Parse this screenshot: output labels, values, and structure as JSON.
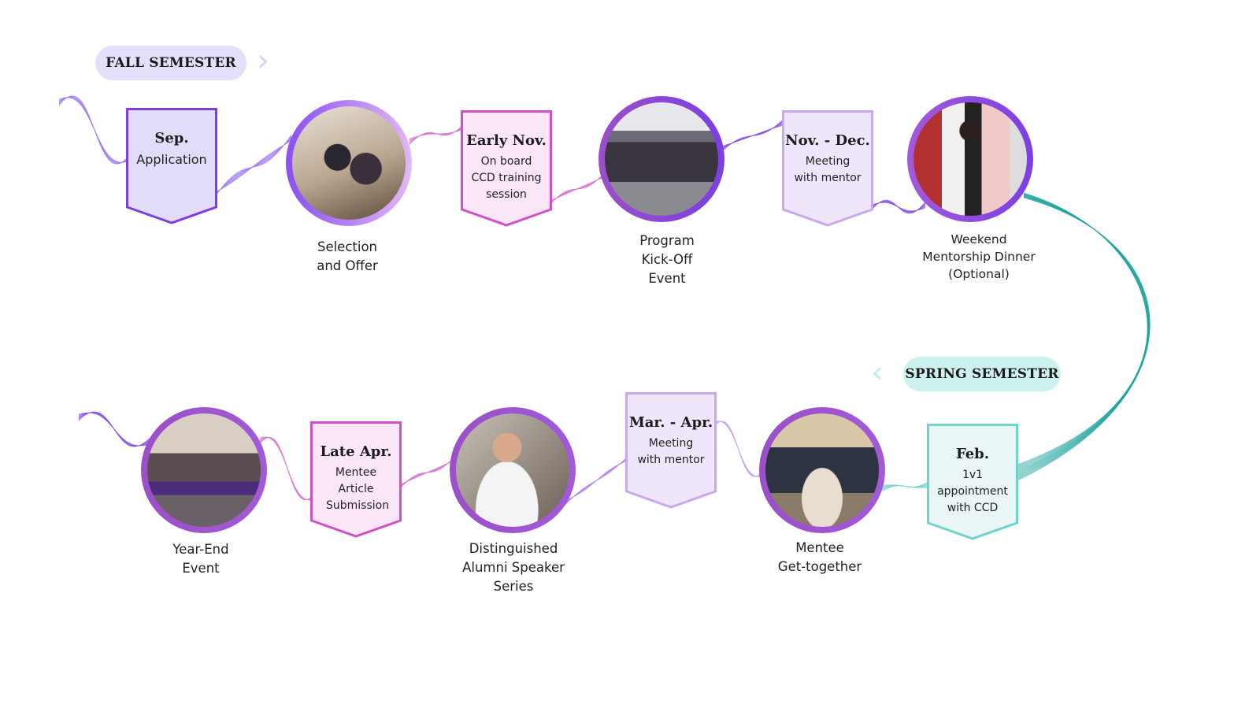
{
  "semesters": {
    "fall": {
      "label": "FALL SEMESTER",
      "color": "#e4e0fb",
      "chevron": "›"
    },
    "spring": {
      "label": "SPRING SEMESTER",
      "color": "#cdf1ef",
      "chevron": "‹"
    }
  },
  "milestones": [
    {
      "when": "Sep.",
      "what": "Application"
    },
    {
      "when": "Early Nov.",
      "what": "On board CCD training session"
    },
    {
      "when": "Nov. - Dec.",
      "what": "Meeting with mentor"
    },
    {
      "when": "Feb.",
      "what": "1v1 appointment with CCD"
    },
    {
      "when": "Mar. - Apr.",
      "what": "Meeting with mentor"
    },
    {
      "when": "Late Apr.",
      "what": "Mentee Article Submission"
    }
  ],
  "events": [
    {
      "line1": "Selection",
      "line2": "and Offer",
      "line3": ""
    },
    {
      "line1": "Program",
      "line2": "Kick-Off",
      "line3": "Event"
    },
    {
      "line1": "Weekend",
      "line2": "Mentorship Dinner",
      "line3": "(Optional)"
    },
    {
      "line1": "Mentee",
      "line2": "Get-together",
      "line3": ""
    },
    {
      "line1": "Distinguished",
      "line2": "Alumni Speaker",
      "line3": "Series"
    },
    {
      "line1": "Year-End",
      "line2": "Event",
      "line3": ""
    }
  ],
  "colors": {
    "violet": "#7b3fe4",
    "magenta": "#d14fc8",
    "lavender": "#c9a8f0",
    "teal": "#6fd3cf",
    "circle_border": "#9b4fc8"
  }
}
